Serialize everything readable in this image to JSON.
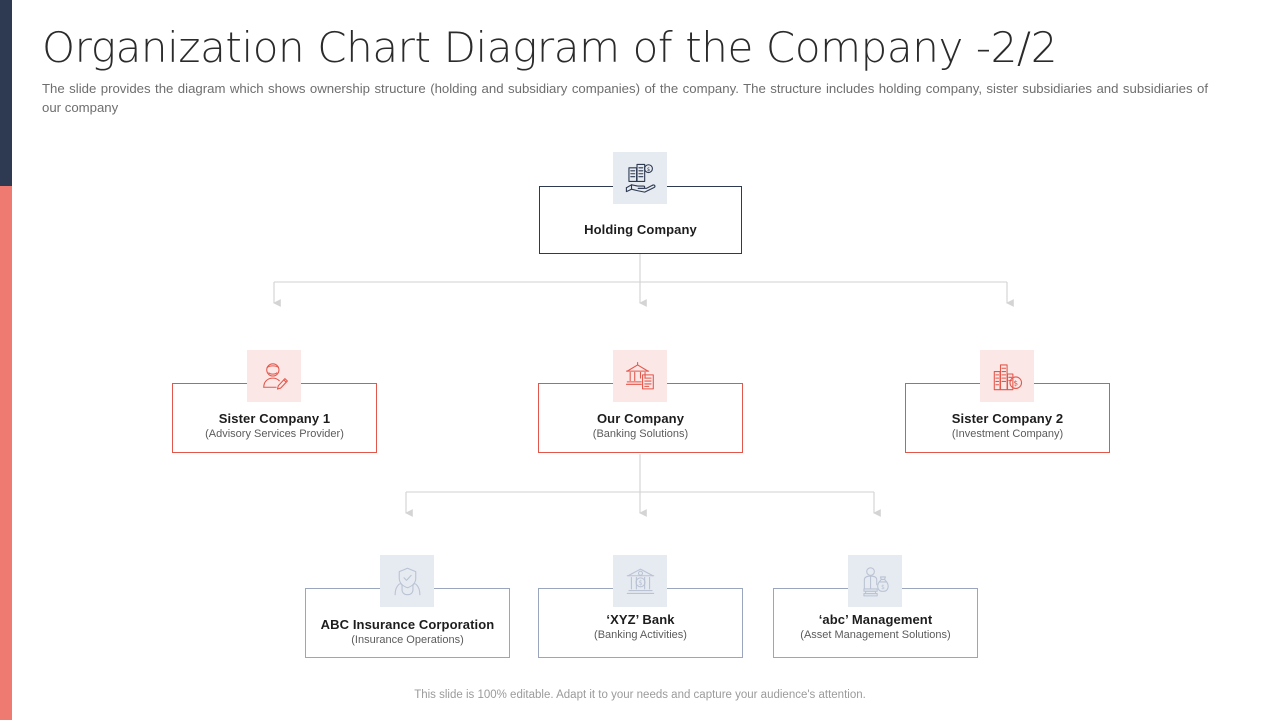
{
  "slide": {
    "title": "Organization Chart Diagram of the Company -2/2",
    "subtitle": "The slide provides the diagram which shows ownership structure (holding and subsidiary companies) of the company. The structure includes holding company, sister subsidiaries and subsidiaries of our company",
    "footer": "This slide is 100% editable. Adapt it to your needs and capture your audience's attention."
  },
  "theme": {
    "accent_navy": "#2e3a52",
    "accent_coral": "#ee7a72",
    "node_red_border": "#e2574c",
    "node_slate_border": "#9aa6bd",
    "node_navy_border": "#2e3a52",
    "tile_blue_bg": "#e6eaf1",
    "tile_pink_bg": "#fbe7e6",
    "connector": "#d2d2d2"
  },
  "chart_data": {
    "type": "diagram",
    "title": "Organization Chart Diagram of the Company -2/2",
    "diagram_kind": "organization-chart",
    "levels": 3,
    "nodes": [
      {
        "id": "holding",
        "level": 1,
        "label": "Holding Company",
        "sublabel": "",
        "icon": "hand-holding-buildings-icon",
        "style": "navy"
      },
      {
        "id": "sister1",
        "level": 2,
        "label": "Sister Company 1",
        "sublabel": "(Advisory Services Provider)",
        "icon": "advisor-person-pencil-icon",
        "style": "red"
      },
      {
        "id": "ourco",
        "level": 2,
        "label": "Our Company",
        "sublabel": "(Banking Solutions)",
        "icon": "bank-document-icon",
        "style": "red"
      },
      {
        "id": "sister2",
        "level": 2,
        "label": "Sister Company 2",
        "sublabel": "(Investment Company)",
        "icon": "buildings-dollar-coin-icon",
        "style": "red"
      },
      {
        "id": "abcins",
        "level": 3,
        "label": "ABC Insurance Corporation",
        "sublabel": "(Insurance Operations)",
        "icon": "hands-shield-check-icon",
        "style": "slate"
      },
      {
        "id": "xyzbank",
        "level": 3,
        "label": "‘XYZ’ Bank",
        "sublabel": "(Banking Activities)",
        "icon": "bank-dollar-icon",
        "style": "slate"
      },
      {
        "id": "abcmgmt",
        "level": 3,
        "label": "‘abc’ Management",
        "sublabel": "(Asset Management Solutions)",
        "icon": "person-money-bag-icon",
        "style": "slate"
      }
    ],
    "edges": [
      {
        "from": "holding",
        "to": "sister1"
      },
      {
        "from": "holding",
        "to": "ourco"
      },
      {
        "from": "holding",
        "to": "sister2"
      },
      {
        "from": "ourco",
        "to": "abcins"
      },
      {
        "from": "ourco",
        "to": "xyzbank"
      },
      {
        "from": "ourco",
        "to": "abcmgmt"
      }
    ]
  }
}
